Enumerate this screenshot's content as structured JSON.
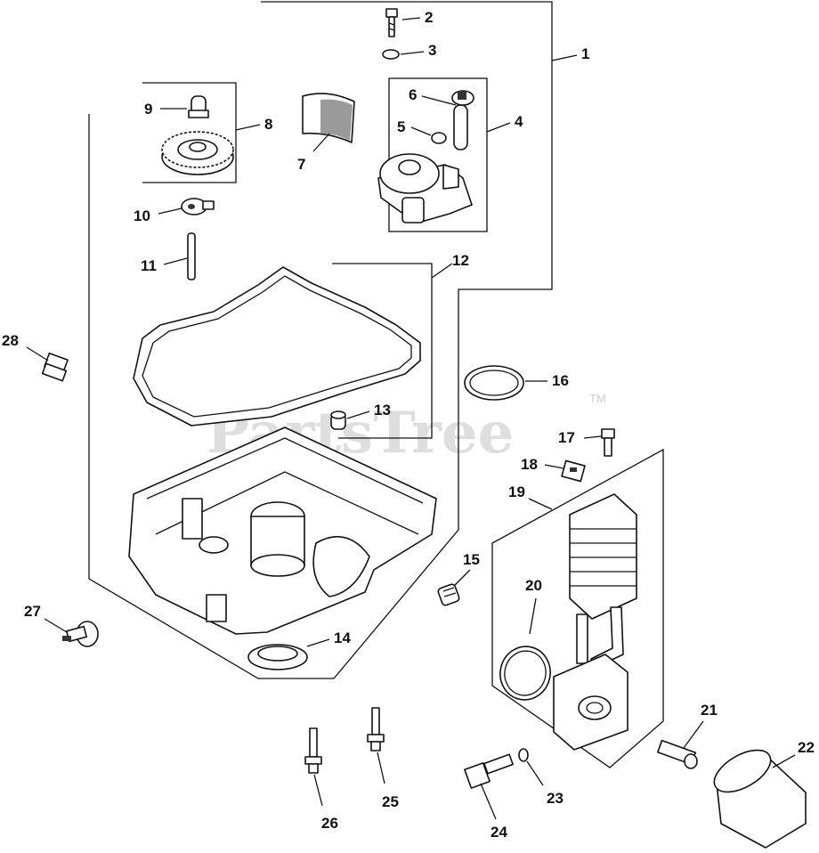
{
  "watermark": {
    "text": "PartsTree",
    "trademark": "TM"
  },
  "callouts": [
    {
      "n": "1"
    },
    {
      "n": "2"
    },
    {
      "n": "3"
    },
    {
      "n": "4"
    },
    {
      "n": "5"
    },
    {
      "n": "6"
    },
    {
      "n": "7"
    },
    {
      "n": "8"
    },
    {
      "n": "9"
    },
    {
      "n": "10"
    },
    {
      "n": "11"
    },
    {
      "n": "12"
    },
    {
      "n": "13"
    },
    {
      "n": "14"
    },
    {
      "n": "15"
    },
    {
      "n": "16"
    },
    {
      "n": "17"
    },
    {
      "n": "18"
    },
    {
      "n": "19"
    },
    {
      "n": "20"
    },
    {
      "n": "21"
    },
    {
      "n": "22"
    },
    {
      "n": "23"
    },
    {
      "n": "24"
    },
    {
      "n": "25"
    },
    {
      "n": "26"
    },
    {
      "n": "27"
    },
    {
      "n": "28"
    }
  ]
}
